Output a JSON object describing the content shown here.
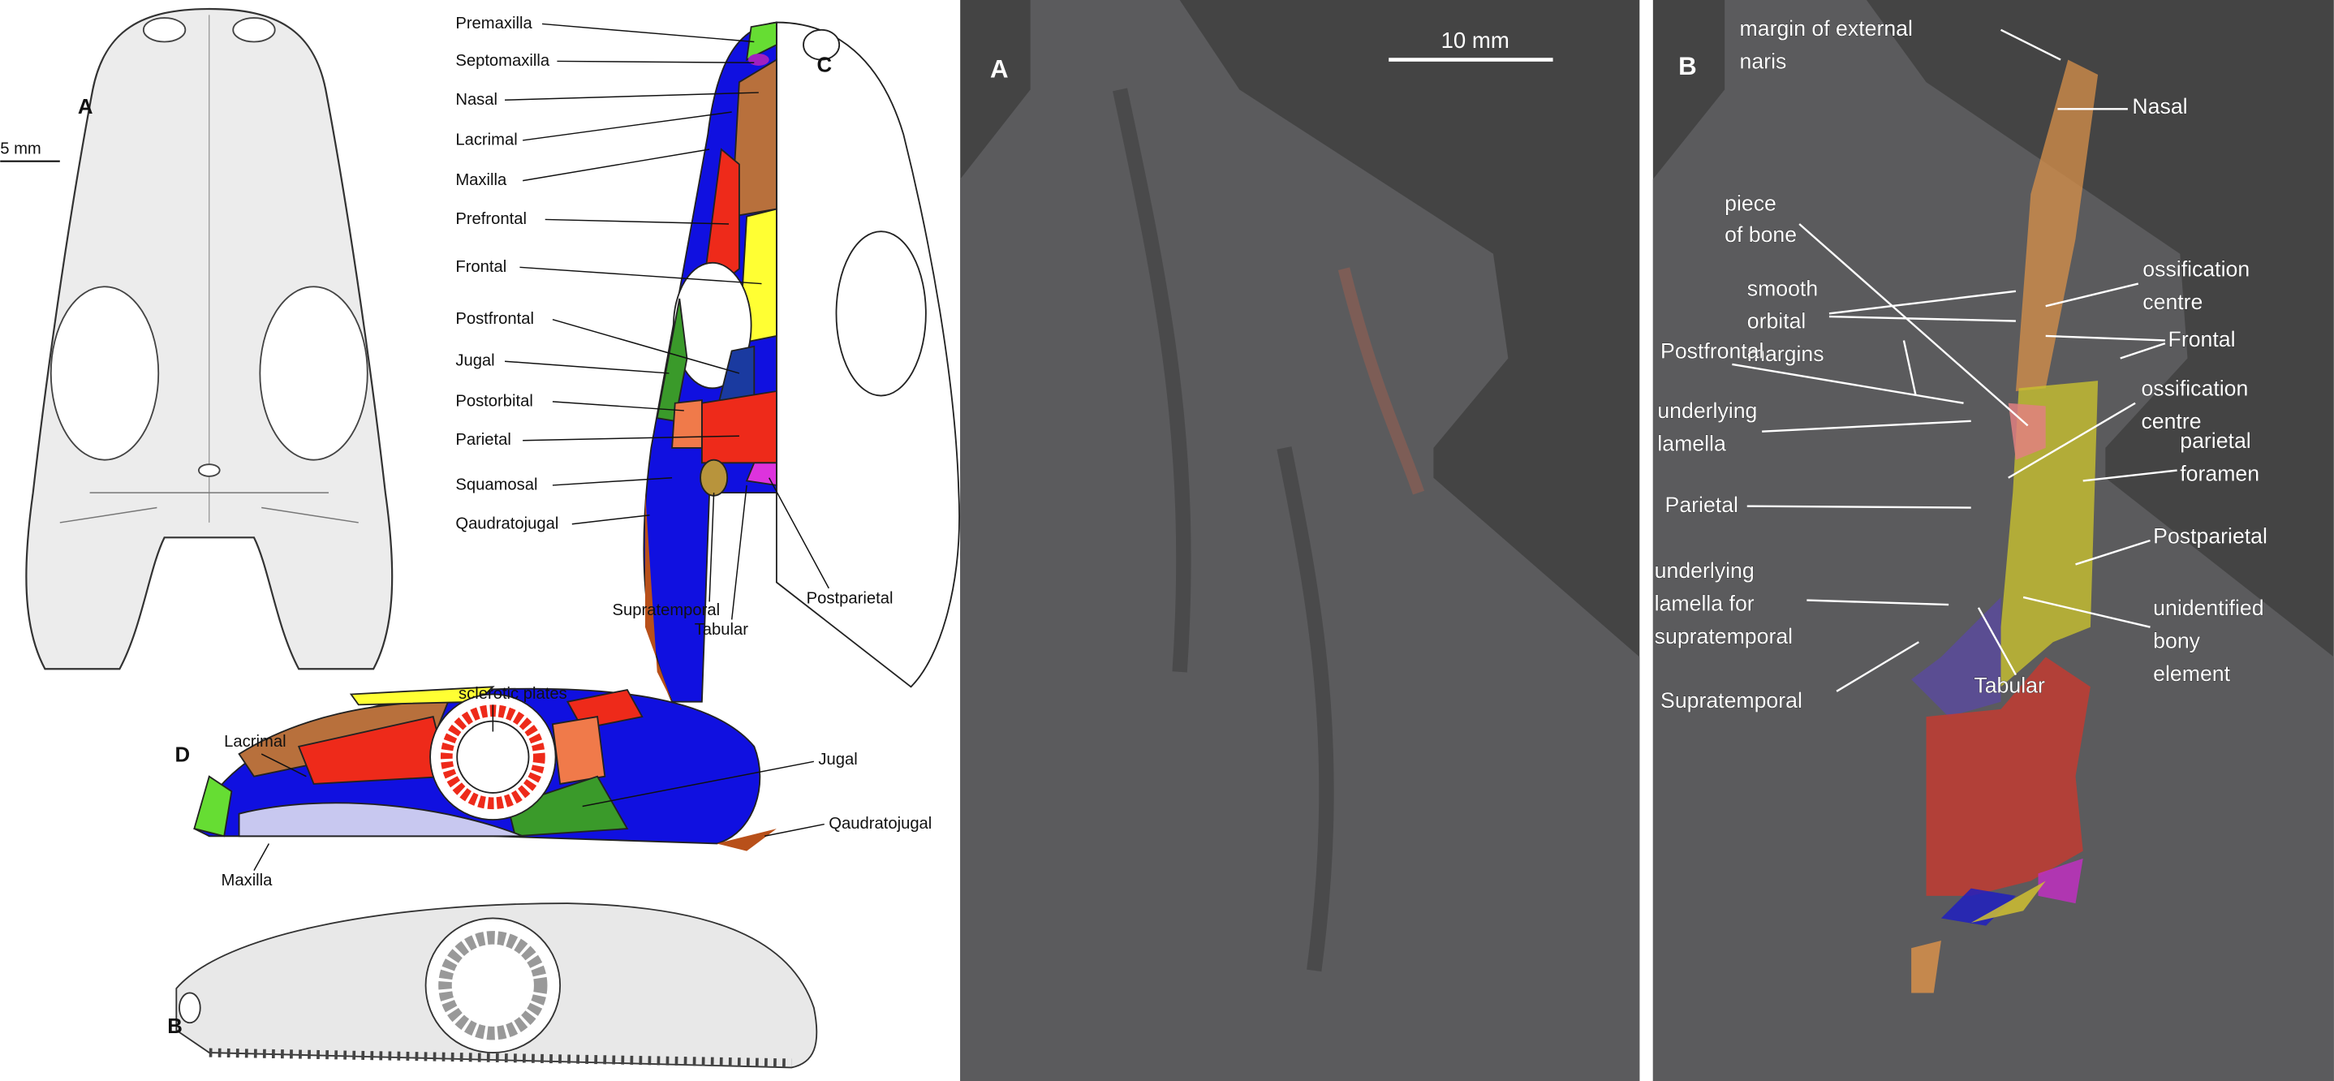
{
  "figure": {
    "drawing_A": {
      "label": "A",
      "scale_bar": "5 mm"
    },
    "drawing_C": {
      "label": "C",
      "labels": [
        "Premaxilla",
        "Septomaxilla",
        "Nasal",
        "Lacrimal",
        "Maxilla",
        "Prefrontal",
        "Frontal",
        "Postfrontal",
        "Jugal",
        "Postorbital",
        "Parietal",
        "Squamosal",
        "Qaudratojugal"
      ],
      "bottom_labels": [
        "Supratemporal",
        "Tabular",
        "Postparietal"
      ],
      "colors": {
        "premaxilla": "#66dd33",
        "nasal": "#b8703c",
        "maxilla": "#1010e0",
        "prefrontal": "#ee2a1a",
        "frontal": "#ffff33",
        "jugal": "#3a9a2a",
        "postorbital": "#f07a4a",
        "parietal": "#ee2a1a",
        "squamosal": "#1010e0",
        "postparietal": "#dd33dd",
        "supratemporal": "#b8943c"
      }
    },
    "drawing_D": {
      "label": "D",
      "labels": [
        "sclerotic plates",
        "Lacrimal",
        "Jugal",
        "Qaudratojugal",
        "Maxilla"
      ]
    },
    "drawing_B": {
      "label": "B"
    },
    "photo_A": {
      "label": "A",
      "scale_bar": "10 mm"
    },
    "photo_B": {
      "label": "B",
      "labels": {
        "naris1": "margin of external",
        "naris2": "naris",
        "nasal": "Nasal",
        "piece1": "piece",
        "piece2": "of bone",
        "oss1a": "ossification",
        "oss1b": "centre",
        "smooth1": "smooth",
        "smooth2": "orbital",
        "smooth3": "margins",
        "frontal": "Frontal",
        "postfrontal": "Postfrontal",
        "under1": "underlying",
        "under2": "lamella",
        "oss2a": "ossification",
        "oss2b": "centre",
        "pf1": "parietal",
        "pf2": "foramen",
        "parietal": "Parietal",
        "postparietal": "Postparietal",
        "uls1": "underlying",
        "uls2": "lamella for",
        "uls3": "supratemporal",
        "unid1": "unidentified",
        "unid2": "bony",
        "unid3": "element",
        "tabular": "Tabular",
        "supratemporal": "Supratemporal"
      }
    }
  }
}
